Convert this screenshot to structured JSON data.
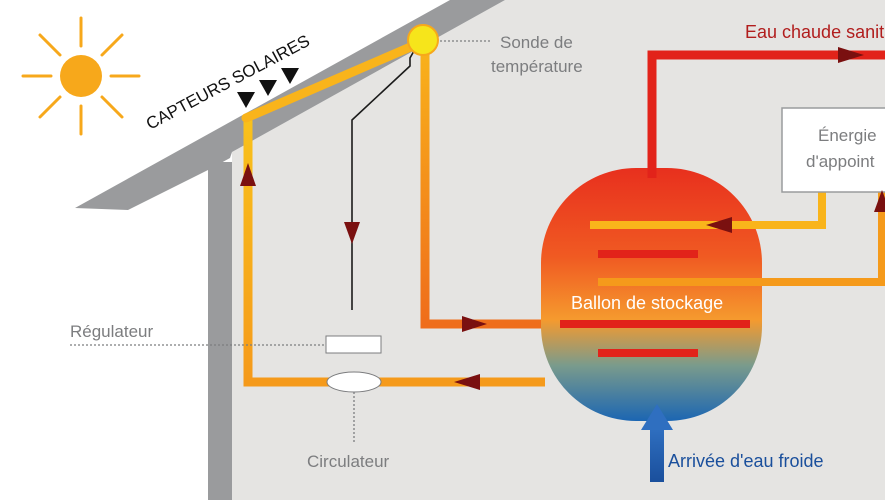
{
  "labels": {
    "capteurs": "CAPTEURS SOLAIRES",
    "sonde_line1": "Sonde de",
    "sonde_line2": "température",
    "eau_chaude": "Eau chaude sanitaire",
    "energie_line1": "Énergie",
    "energie_line2": "d'appoint",
    "ballon": "Ballon de stockage",
    "regulateur": "Régulateur",
    "circulateur": "Circulateur",
    "arrivee": "Arrivée d'eau froide"
  },
  "colors": {
    "hot_red": "#e2231a",
    "warm_orange": "#f07f1b",
    "solar_yellow": "#f9b41b",
    "sun": "#f7a81b",
    "cold_blue": "#1a4f9c",
    "arrow_dark": "#7a1010",
    "wall_gray": "#9a9b9d",
    "interior_gray": "#e5e4e2",
    "label_gray": "#7c7d7f",
    "eau_chaude_text": "#b11d1d",
    "arrivee_text": "#1a4f9c"
  },
  "icons": [
    "sun-icon",
    "solar-panel-triangles-icon",
    "temperature-probe-icon",
    "flow-arrow-icon"
  ]
}
